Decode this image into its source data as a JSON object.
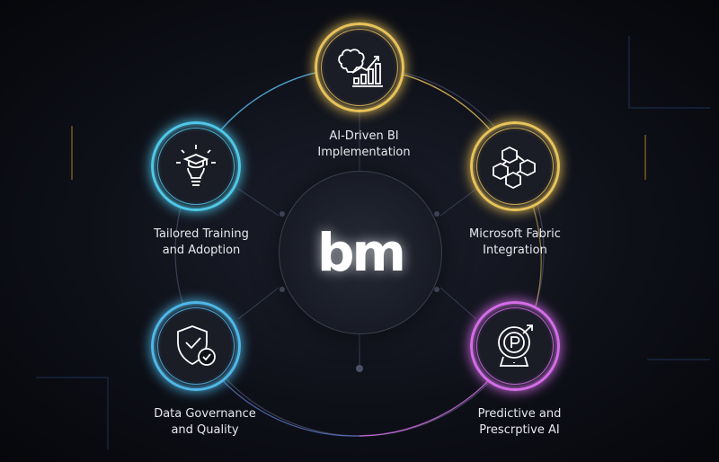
{
  "center": {
    "logo": "bm"
  },
  "nodes": [
    {
      "label_1": "AI-Driven BI",
      "label_2": "Implementation",
      "icon": "brain-chart-icon",
      "color": "#e8c35a"
    },
    {
      "label_1": "Microsoft Fabric",
      "label_2": "Integration",
      "icon": "cubes-network-icon",
      "color": "#e8c35a"
    },
    {
      "label_1": "Predictive and",
      "label_2": "Prescrptive AI",
      "icon": "crystal-ball-icon",
      "color": "#d46de8"
    },
    {
      "label_1": "Data Governance",
      "label_2": "and Quality",
      "icon": "shield-check-icon",
      "color": "#4fb8e8"
    },
    {
      "label_1": "Tailored Training",
      "label_2": "and Adoption",
      "icon": "lightbulb-graduation-icon",
      "color": "#4fc8e8"
    }
  ]
}
